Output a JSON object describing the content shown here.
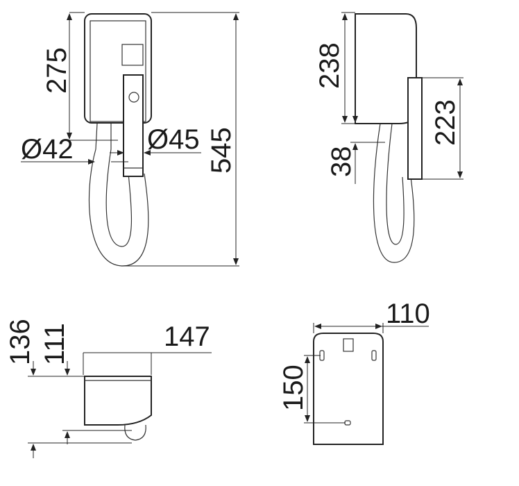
{
  "views": {
    "front": {
      "height_total": "545",
      "height_body": "275",
      "diameter_hose": "Ø42",
      "diameter_holder": "Ø45"
    },
    "side": {
      "height_body": "238",
      "holder_length": "223",
      "offset": "38"
    },
    "bottom": {
      "height_total": "136",
      "height_body": "111",
      "width": "147"
    },
    "back": {
      "width": "110",
      "mount_spacing": "150"
    }
  },
  "colors": {
    "line": "#222222",
    "background": "#ffffff"
  }
}
